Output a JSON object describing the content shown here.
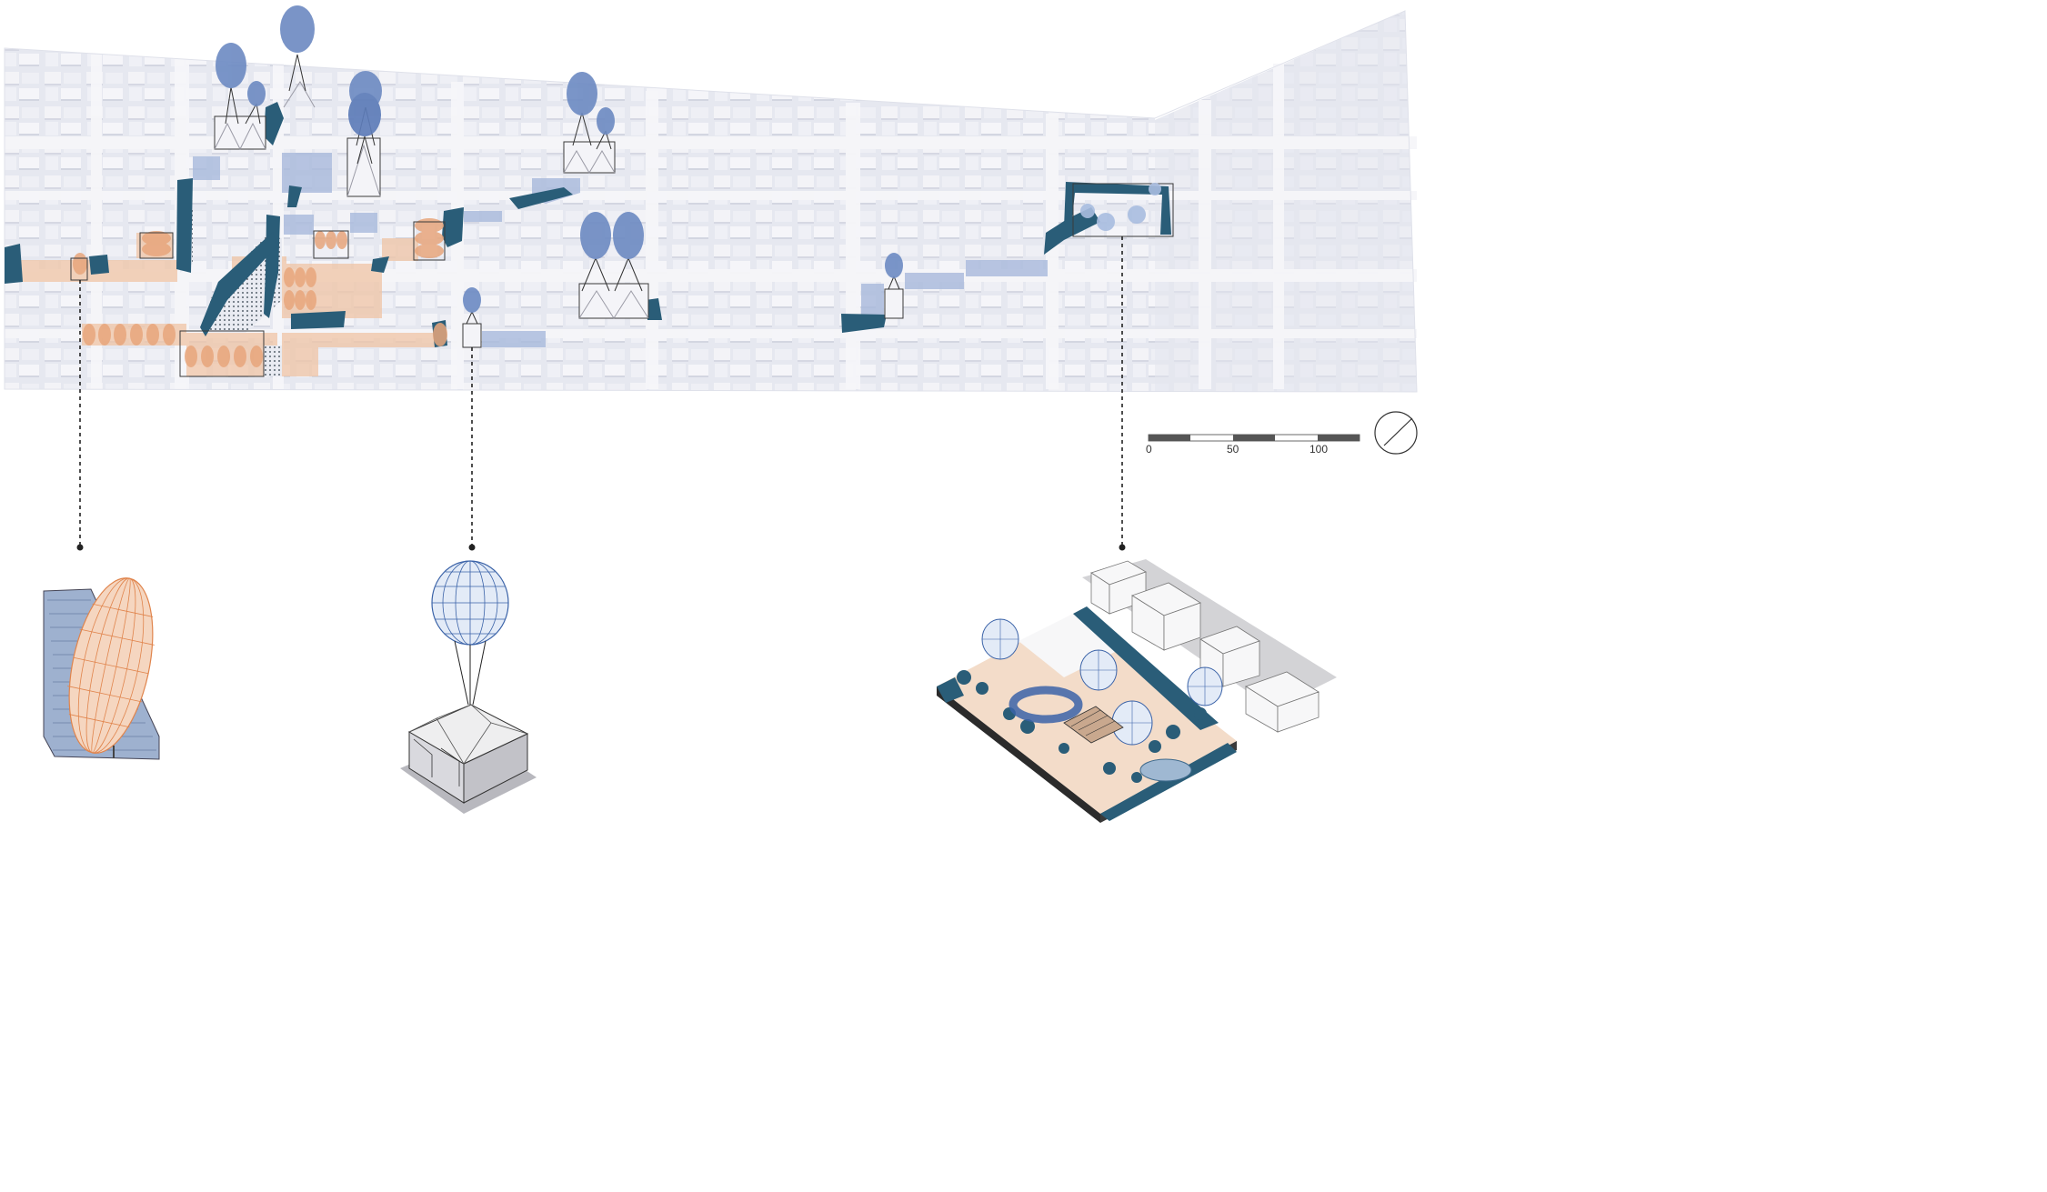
{
  "scale_bar": {
    "labels": [
      "0",
      "50",
      "100"
    ]
  },
  "colors": {
    "plan_base": "#e3e5ee",
    "street": "#f4f4f8",
    "block_light": "#f2f2f6",
    "block_shadow": "#d5d7e2",
    "balloon": "#6f8cc3",
    "balloon_dark": "#4f6ea8",
    "vegetation": "#2a5d78",
    "peach_path": "#f0c4a5",
    "orange_canopy": "#e8a67c",
    "blue_patch": "#a8b9dc",
    "scale_dark": "#555555"
  },
  "icons": [
    "north-arrow-icon"
  ]
}
